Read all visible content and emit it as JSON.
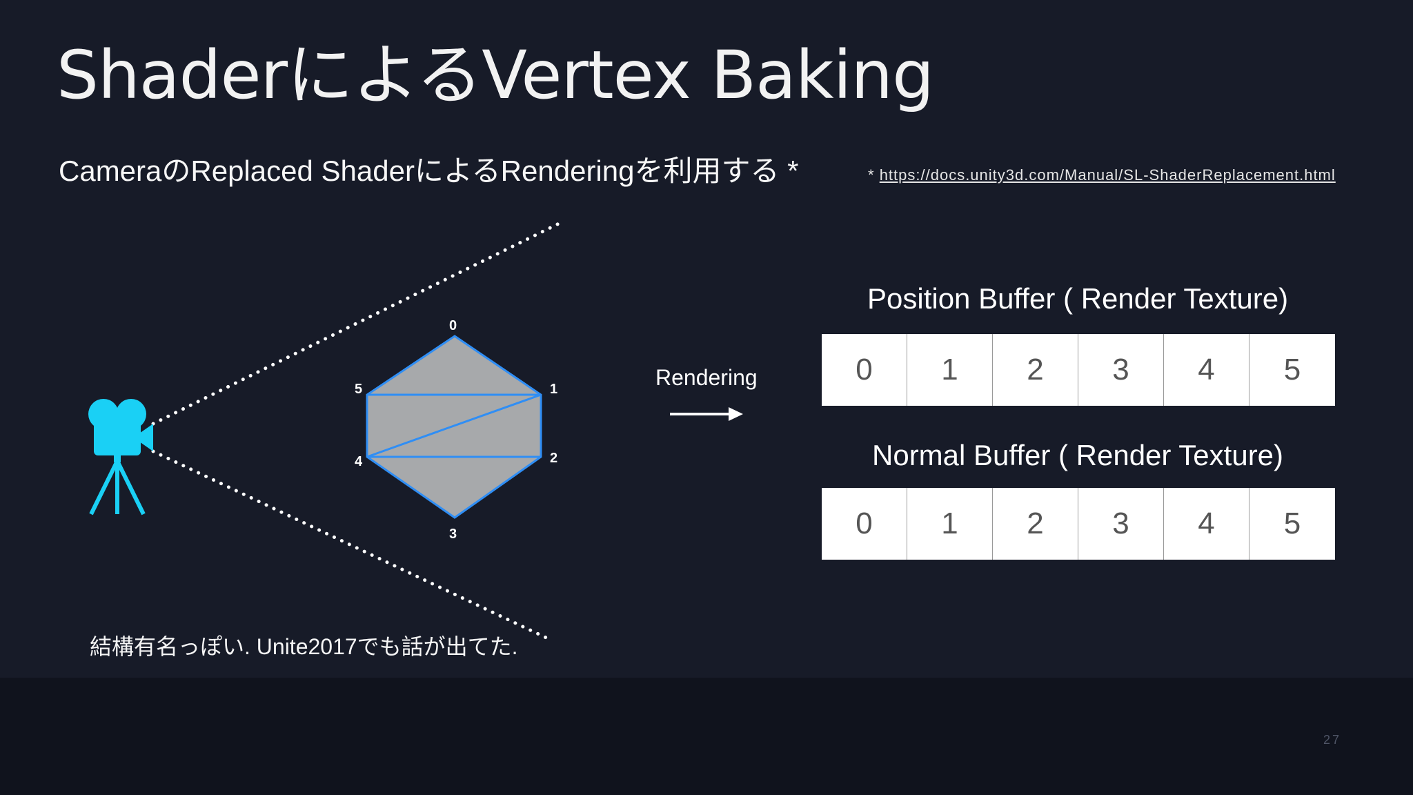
{
  "slide": {
    "title": "ShaderによるVertex Baking",
    "subtitle": "CameraのReplaced ShaderによるRenderingを利用する *",
    "footnote_marker": "*",
    "footnote_url": "https://docs.unity3d.com/Manual/SL-ShaderReplacement.html",
    "bottom_note": "結構有名っぽい. Unite2017でも話が出てた.",
    "page_number": "27"
  },
  "diagram": {
    "vertex_labels": [
      "0",
      "1",
      "2",
      "3",
      "4",
      "5"
    ],
    "render_arrow_label": "Rendering",
    "position_buffer": {
      "title": "Position Buffer ( Render Texture)",
      "cells": [
        "0",
        "1",
        "2",
        "3",
        "4",
        "5"
      ]
    },
    "normal_buffer": {
      "title": "Normal Buffer ( Render Texture)",
      "cells": [
        "0",
        "1",
        "2",
        "3",
        "4",
        "5"
      ]
    }
  },
  "colors": {
    "background": "#171b28",
    "footer_band": "#10131d",
    "camera_icon": "#1ad0f5",
    "mesh_fill": "#a7a9ab",
    "mesh_edge": "#2f8ef5"
  },
  "icons": {
    "camera": "movie-camera-icon",
    "arrow": "right-arrow-icon"
  }
}
